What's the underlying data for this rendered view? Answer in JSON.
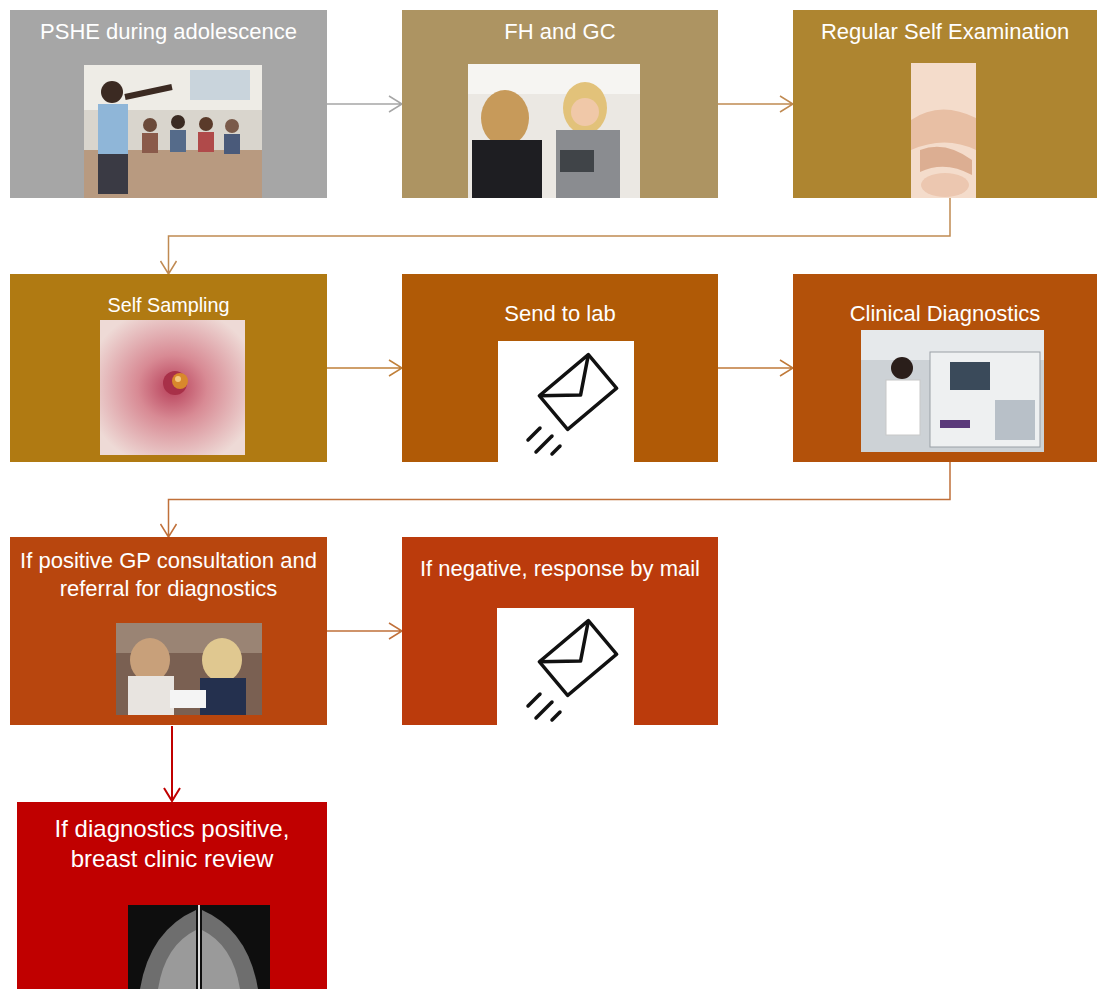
{
  "diagram": {
    "nodes": [
      {
        "text": [
          "PSHE during adolescence"
        ]
      },
      {
        "text": [
          "FH and GC"
        ]
      },
      {
        "text": [
          "Regular Self Examination"
        ]
      },
      {
        "text": [
          "Self Sampling"
        ]
      },
      {
        "text": [
          "Send to lab"
        ]
      },
      {
        "text": [
          "Clinical Diagnostics"
        ]
      },
      {
        "text": [
          "If positive GP consultation and referral for diagnostics"
        ]
      },
      {
        "text": [
          "If negative, response by mail"
        ]
      },
      {
        "text": [
          "If diagnostics positive, breast clinic review"
        ]
      }
    ],
    "edges": [
      {
        "from": 0,
        "to": 1,
        "arrow": "to"
      },
      {
        "from": 1,
        "to": 2,
        "arrow": "to"
      },
      {
        "from": 2,
        "to": 3,
        "arrow": "to"
      },
      {
        "from": 3,
        "to": 4,
        "arrow": "to"
      },
      {
        "from": 4,
        "to": 5,
        "arrow": "to"
      },
      {
        "from": 5,
        "to": 6,
        "arrow": "to"
      },
      {
        "from": 6,
        "to": 7,
        "arrow": "to"
      },
      {
        "from": 6,
        "to": 8,
        "arrow": "to"
      }
    ]
  }
}
